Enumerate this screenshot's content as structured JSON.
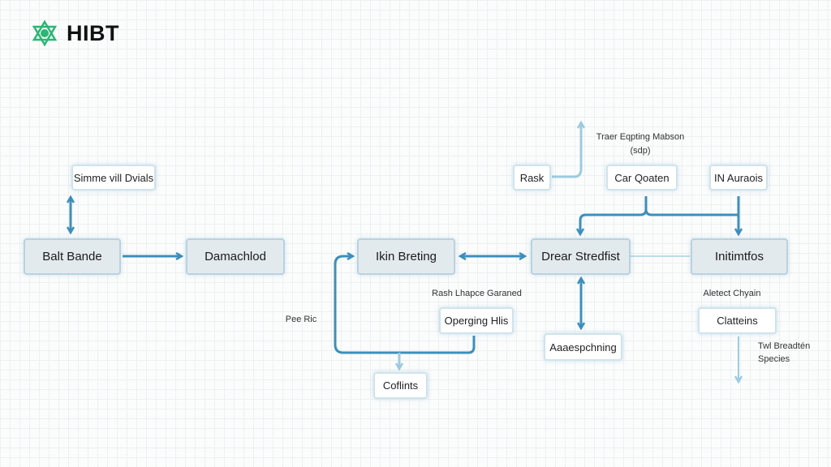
{
  "logo": {
    "text": "HIBT",
    "icon": "star-of-david-leaf-icon",
    "color": "#2bb673"
  },
  "colors": {
    "arrow": "#3c8fbc",
    "arrow_light": "#9ccbe0",
    "box_fill": "#e3eaee"
  },
  "nodes": {
    "simme": "Simme vill Dvials",
    "balt": "Balt Bande",
    "damachlod": "Damachlod",
    "ikin": "Ikin Breting",
    "drear": "Drear Stredfist",
    "initimtfos": "Initimtfos",
    "rask": "Rask",
    "car": "Car Qoaten",
    "in_auraois": "IN Auraois",
    "operging": "Operging Hlis",
    "coflints": "Coflints",
    "aaaespchning": "Aaaespchning",
    "clatteins": "Clatteins"
  },
  "labels": {
    "traer": "Traer Eqpting Mabson",
    "sdp": "(sdp)",
    "rash": "Rash Lhapce Garaned",
    "pee": "Pee Ric",
    "aletect": "Aletect Chyain",
    "twl1": "Twl Breadtén",
    "twl2": "Species"
  }
}
